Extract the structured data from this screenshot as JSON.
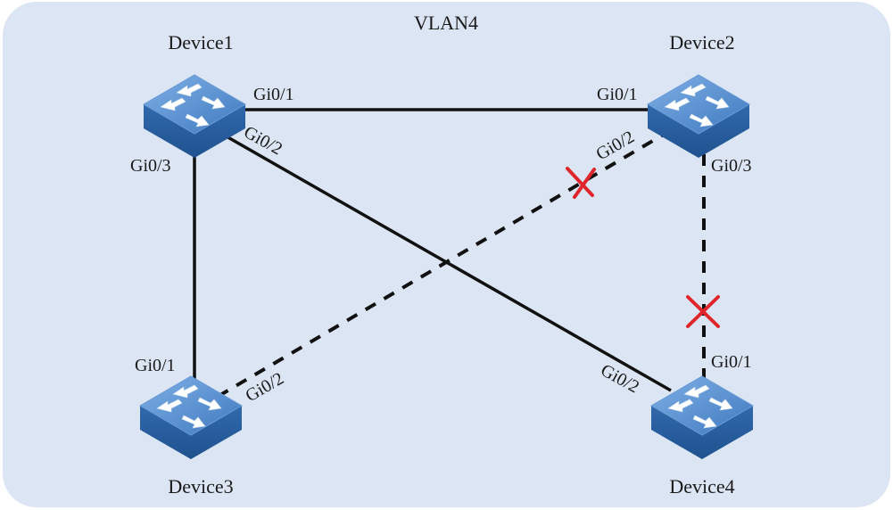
{
  "diagram": {
    "title": "VLAN4",
    "devices": [
      {
        "id": "d1",
        "name": "Device1"
      },
      {
        "id": "d2",
        "name": "Device2"
      },
      {
        "id": "d3",
        "name": "Device3"
      },
      {
        "id": "d4",
        "name": "Device4"
      }
    ],
    "links": [
      {
        "from": "d1",
        "from_port": "Gi0/1",
        "to": "d2",
        "to_port": "Gi0/1",
        "style": "solid",
        "blocked": false
      },
      {
        "from": "d1",
        "from_port": "Gi0/2",
        "to": "d4",
        "to_port": "Gi0/2",
        "style": "solid",
        "blocked": false
      },
      {
        "from": "d1",
        "from_port": "Gi0/3",
        "to": "d3",
        "to_port": "Gi0/1",
        "style": "solid",
        "blocked": false
      },
      {
        "from": "d2",
        "from_port": "Gi0/2",
        "to": "d3",
        "to_port": "Gi0/2",
        "style": "dashed",
        "blocked": true
      },
      {
        "from": "d2",
        "from_port": "Gi0/3",
        "to": "d4",
        "to_port": "Gi0/1",
        "style": "dashed",
        "blocked": true
      }
    ],
    "colors": {
      "background": "#dbe5f3",
      "blocked_mark": "#e0262b",
      "switch_top": "#5a8fcf",
      "switch_side": "#2f6bb0"
    }
  }
}
